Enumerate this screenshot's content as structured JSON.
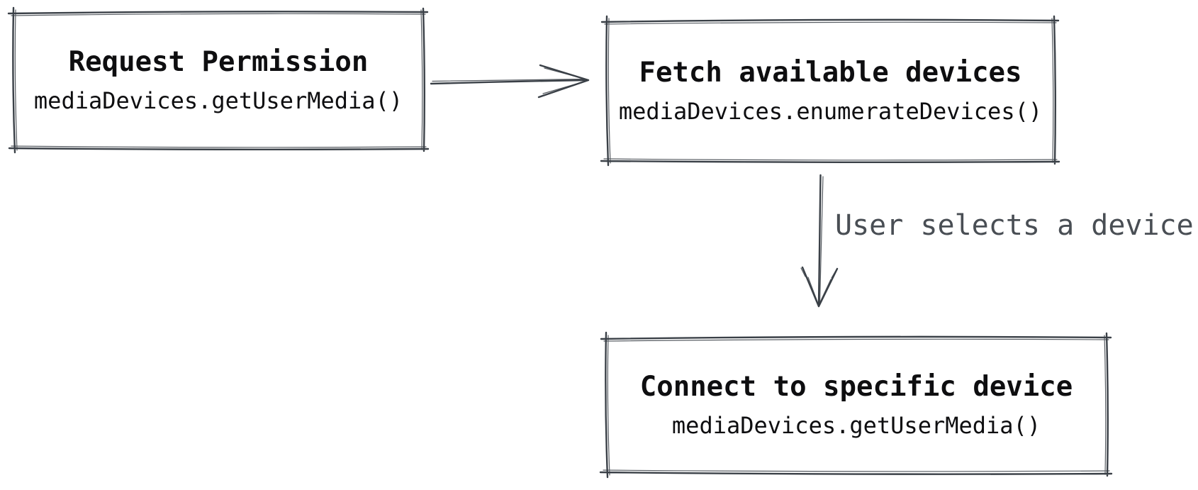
{
  "diagram": {
    "background_color": "#ffffff",
    "stroke_color": "#3a4047",
    "text_color": "#0e0e10",
    "edge_label_color": "#494e54",
    "nodes": [
      {
        "title": "Request Permission",
        "code": "mediaDevices.getUserMedia()"
      },
      {
        "title": "Fetch available devices",
        "code": "mediaDevices.enumerateDevices()"
      },
      {
        "title": "Connect to specific device",
        "code": "mediaDevices.getUserMedia()"
      }
    ],
    "edges": [
      {
        "from_node": 0,
        "to_node": 1,
        "direction": "right",
        "label": ""
      },
      {
        "from_node": 1,
        "to_node": 2,
        "direction": "down",
        "label": "User selects a device"
      }
    ]
  }
}
